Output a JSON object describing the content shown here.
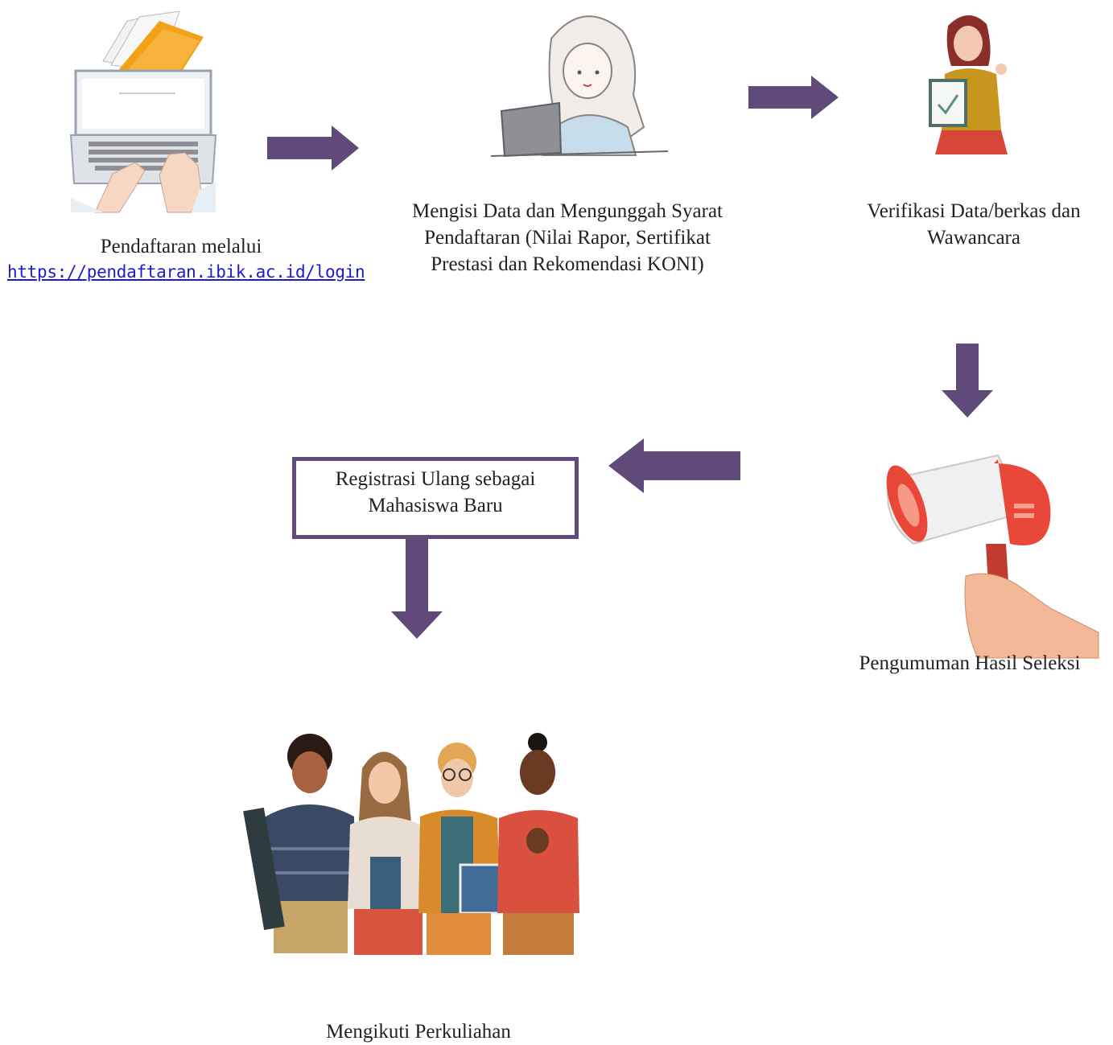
{
  "steps": {
    "step1": {
      "label": "Pendaftaran melalui",
      "link": "https://pendaftaran.ibik.ac.id/login"
    },
    "step2": {
      "line1": "Mengisi Data dan Mengunggah Syarat",
      "line2": "Pendaftaran (Nilai Rapor, Sertifikat",
      "line3": "Prestasi dan Rekomendasi KONI)"
    },
    "step3": {
      "line1": "Verifikasi Data/berkas dan",
      "line2": "Wawancara"
    },
    "step4": {
      "label": "Pengumuman Hasil Seleksi"
    },
    "step5": {
      "line1": "Registrasi Ulang sebagai",
      "line2": "Mahasiswa Baru"
    },
    "step6": {
      "label": "Mengikuti Perkuliahan"
    }
  },
  "colors": {
    "arrow": "#5f4a7a",
    "link": "#1a1ad6",
    "box_border": "#5f4a7a"
  },
  "icons": [
    "laptop-typing-illustration",
    "girl-with-laptop-illustration",
    "woman-checklist-illustration",
    "megaphone-illustration",
    "students-group-illustration"
  ]
}
